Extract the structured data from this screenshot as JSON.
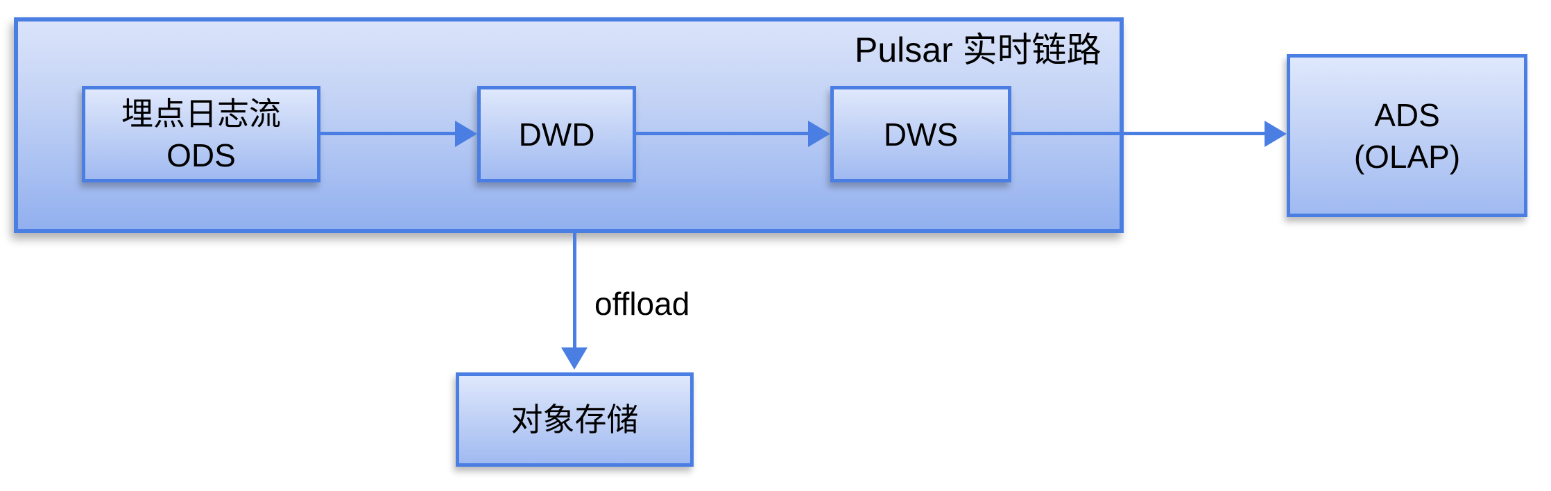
{
  "diagram": {
    "group": {
      "label": "Pulsar 实时链路"
    },
    "nodes": {
      "ods": {
        "line1": "埋点日志流",
        "line2": "ODS"
      },
      "dwd": {
        "label": "DWD"
      },
      "dws": {
        "label": "DWS"
      },
      "ads": {
        "line1": "ADS",
        "line2": "(OLAP)"
      },
      "oss": {
        "label": "对象存储"
      }
    },
    "edges": {
      "ods_to_dwd": {
        "from": "埋点日志流 ODS",
        "to": "DWD",
        "label": ""
      },
      "dwd_to_dws": {
        "from": "DWD",
        "to": "DWS",
        "label": ""
      },
      "dws_to_ads": {
        "from": "DWS",
        "to": "ADS (OLAP)",
        "label": ""
      },
      "group_to_oss": {
        "from": "Pulsar 实时链路",
        "to": "对象存储",
        "label": "offload"
      }
    },
    "colors": {
      "accent_stroke": "#4a7ee2",
      "node_fill_top": "#dfe8fc",
      "node_fill_bottom": "#a0baf1",
      "group_fill_top": "#dae3fa",
      "group_fill_bottom": "#92b0ef",
      "text": "#000000",
      "background": "#ffffff"
    }
  }
}
